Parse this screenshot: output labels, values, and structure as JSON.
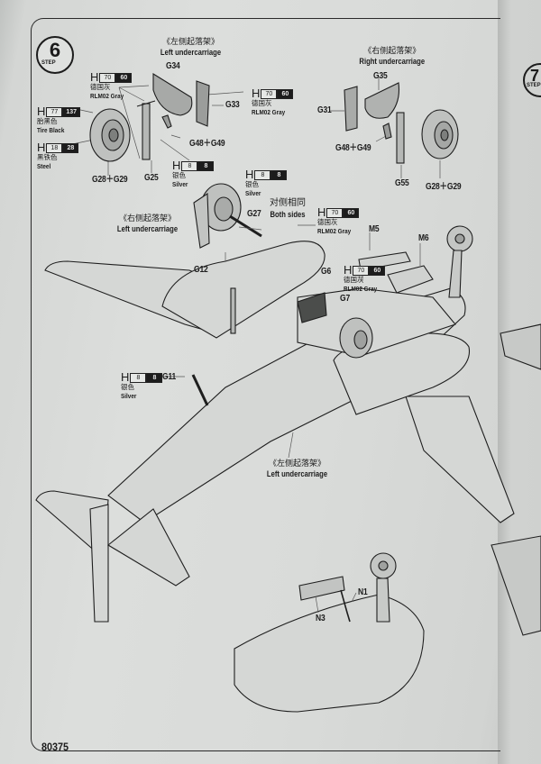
{
  "page": {
    "step_number": "6",
    "step_word": "STEP",
    "next_step_number": "7",
    "next_step_word": "STEP",
    "footer_code": "80375"
  },
  "sections": {
    "left_top": {
      "cn": "《左侧起落架》",
      "en": "Left undercarriage"
    },
    "right_top": {
      "cn": "《右侧起落架》",
      "en": "Right undercarriage"
    },
    "left_mid": {
      "cn": "《右侧起落架》",
      "en": "Left undercarriage"
    },
    "bottom": {
      "cn": "《左侧起落架》",
      "en": "Left undercarriage"
    },
    "both_sides": {
      "cn": "对侧相同",
      "en": "Both sides"
    }
  },
  "paints": {
    "rlm02_left": {
      "h": "H",
      "code1": "70",
      "code2": "60",
      "cn": "德国灰",
      "en": "RLM02 Gray"
    },
    "tire_black": {
      "h": "H",
      "code1": "77",
      "code2": "137",
      "cn": "胎黑色",
      "en": "Tire Black"
    },
    "steel": {
      "h": "H",
      "code1": "18",
      "code2": "28",
      "cn": "黑铁色",
      "en": "Steel"
    },
    "rlm02_g33": {
      "h": "H",
      "code1": "70",
      "code2": "60",
      "cn": "德国灰",
      "en": "RLM02 Gray"
    },
    "silver_g48": {
      "h": "H",
      "code1": "8",
      "code2": "8",
      "cn": "银色",
      "en": "Silver"
    },
    "silver_g27": {
      "h": "H",
      "code1": "8",
      "code2": "8",
      "cn": "银色",
      "en": "Silver"
    },
    "rlm02_g27": {
      "h": "H",
      "code1": "70",
      "code2": "60",
      "cn": "德国灰",
      "en": "RLM02 Gray"
    },
    "rlm02_g6": {
      "h": "H",
      "code1": "70",
      "code2": "60",
      "cn": "德国灰",
      "en": "RLM02 Gray"
    },
    "silver_g11": {
      "h": "H",
      "code1": "8",
      "code2": "8",
      "cn": "银色",
      "en": "Silver"
    }
  },
  "parts": {
    "g34": "G34",
    "g33": "G33",
    "g48_g49_left": "G48＋G49",
    "g28_g29_left": "G28＋G29",
    "g25": "G25",
    "g35": "G35",
    "g31": "G31",
    "g48_g49_right": "G48＋G49",
    "g55": "G55",
    "g28_g29_right": "G28＋G29",
    "g27": "G27",
    "g12": "G12",
    "m5": "M5",
    "m6": "M6",
    "g6": "G6",
    "g7": "G7",
    "g11": "G11",
    "n1": "N1",
    "n3": "N3"
  }
}
